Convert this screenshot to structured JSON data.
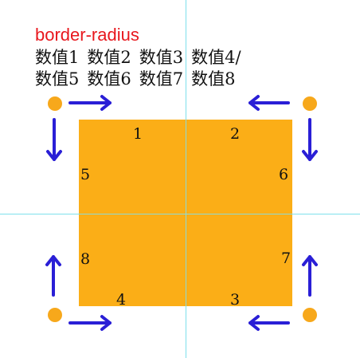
{
  "heading": "border-radius",
  "value_rows": [
    [
      "数值1",
      "数值2",
      "数值3",
      "数值4/"
    ],
    [
      "数值5",
      "数值6",
      "数值7",
      "数值8"
    ]
  ],
  "corner_numbers": [
    "1",
    "2",
    "3",
    "4",
    "5",
    "6",
    "7",
    "8"
  ],
  "colors": {
    "heading": "#e8181e",
    "box": "#fbae17",
    "dot": "#f7a81b",
    "arrow": "#2a1fd6",
    "guide": "#7ee0ec"
  }
}
